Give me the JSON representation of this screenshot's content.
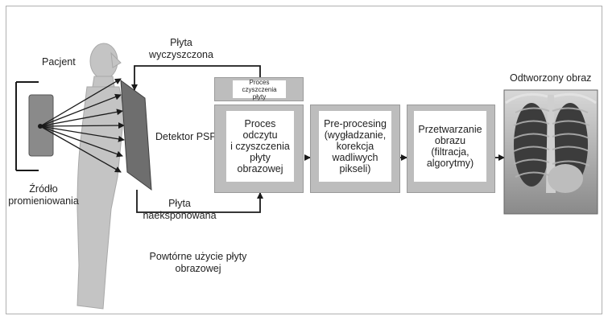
{
  "labels": {
    "patient": "Pacjent",
    "detector": "Detektor PSP",
    "source": "Źródło\npromieniowania",
    "plate_cleaned": "Płyta\nwyczyszczona",
    "plate_exposed": "Płyta\nnaeksponowana",
    "reuse": "Powtórne użycie płyty\nobrazowej",
    "reconstructed": "Odtworzony obraz"
  },
  "boxes": {
    "cleaning": "Proces\nczyszczenia płyty",
    "read_clean": "Proces\nodczytu\ni czyszczenia\npłyty\nobrazowej",
    "preprocessing": "Pre-procesing\n(wygładzanie,\nkorekcja\nwadliwych\npikseli)",
    "processing": "Przetwarzanie\nobrazu\n(filtracja,\nalgorytmy)"
  },
  "colors": {
    "figure": "#c4c4c4",
    "detector": "#6e6e6e",
    "source": "#8a8a8a",
    "box_outer": "#bdbdbd",
    "line": "#1a1a1a"
  }
}
